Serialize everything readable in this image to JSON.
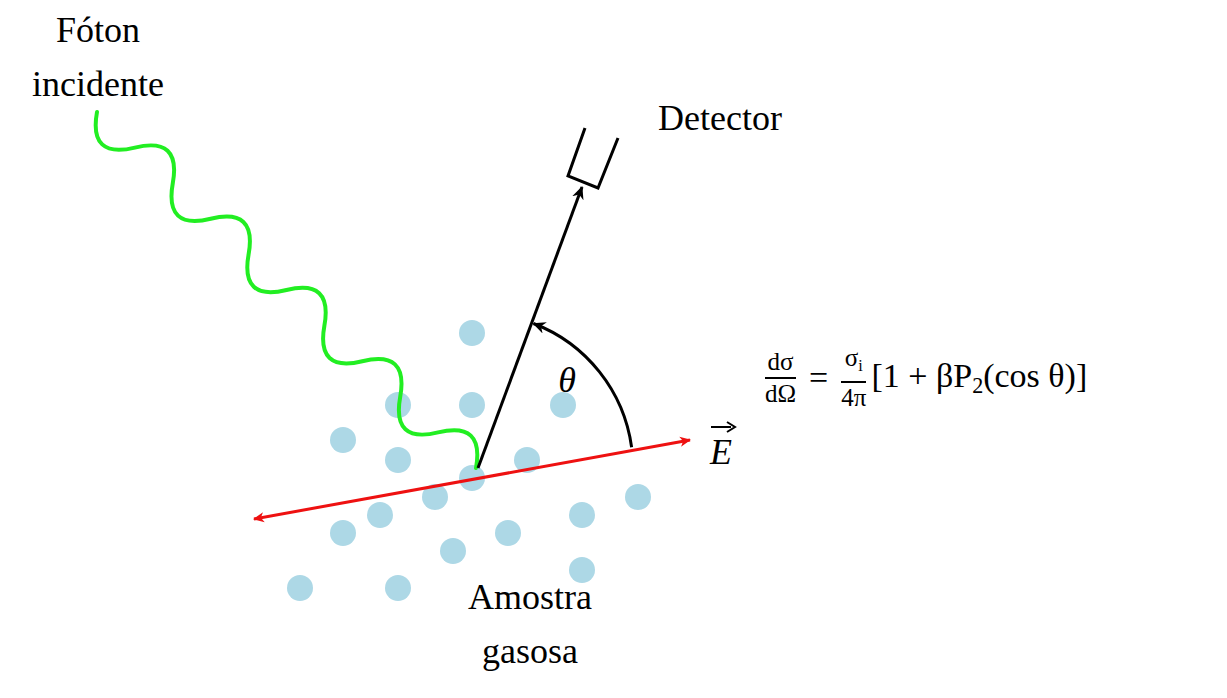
{
  "diagram": {
    "labels": [
      "Fóton incidente",
      "Detector",
      "θ",
      "E",
      "Amostra gasosa",
      "dσ",
      "dΩ",
      "=",
      "σ",
      "i",
      "4π",
      "[1 + βP",
      "2",
      "(cos θ)]"
    ]
  }
}
